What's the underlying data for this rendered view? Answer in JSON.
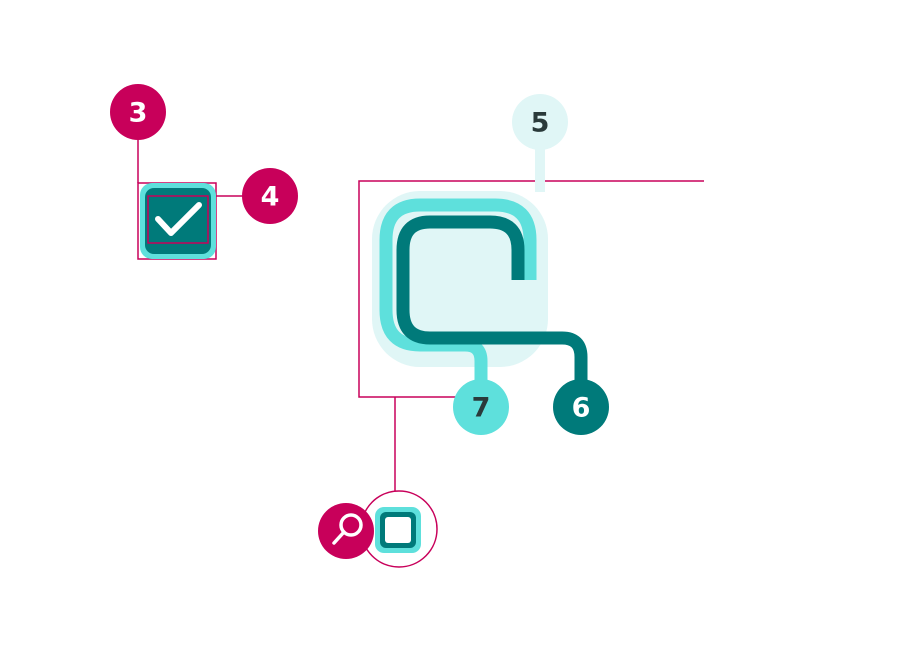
{
  "colors": {
    "callout": "#c8005a",
    "teal_dark": "#007a7a",
    "teal_mid": "#5ee0dc",
    "teal_light": "#e0f6f6",
    "text_dark": "#2a3a3a",
    "white": "#ffffff"
  },
  "badges": {
    "b3": {
      "label": "3"
    },
    "b4": {
      "label": "4"
    },
    "b5": {
      "label": "5"
    },
    "b6": {
      "label": "6"
    },
    "b7": {
      "label": "7"
    }
  },
  "icons": {
    "checkbox": "checkmark-icon",
    "magnifier": "magnifier-icon",
    "zoomed_checkbox": "checkbox-unchecked-icon"
  }
}
